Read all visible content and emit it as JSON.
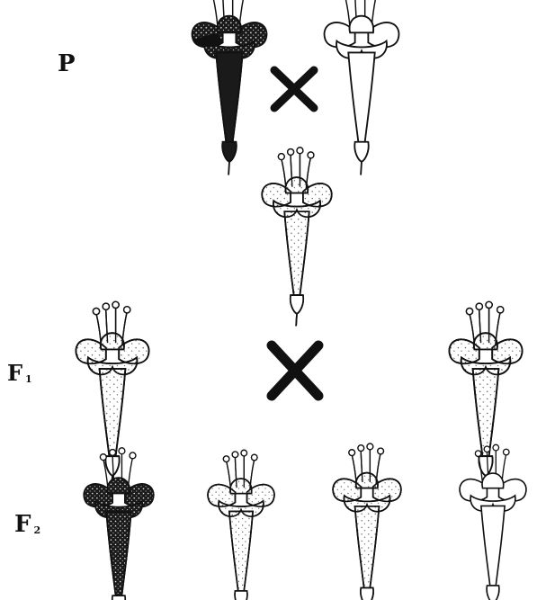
{
  "generation_labels": {
    "parent": "P",
    "f1_letter": "F",
    "f1_sub": "1",
    "f2_letter": "F",
    "f2_sub": "2"
  },
  "cross_symbol": "X",
  "colors": {
    "ink": "#111111",
    "paper": "#ffffff",
    "speckle": "#444444"
  },
  "flowers": [
    {
      "row": "P",
      "shade": "dark"
    },
    {
      "row": "P",
      "shade": "light"
    },
    {
      "row": "P-offspring",
      "shade": "speckled"
    },
    {
      "row": "F1",
      "shade": "speckled"
    },
    {
      "row": "F1",
      "shade": "speckled"
    },
    {
      "row": "F2",
      "shade": "dark"
    },
    {
      "row": "F2",
      "shade": "speckled"
    },
    {
      "row": "F2",
      "shade": "speckled"
    },
    {
      "row": "F2",
      "shade": "light"
    }
  ]
}
